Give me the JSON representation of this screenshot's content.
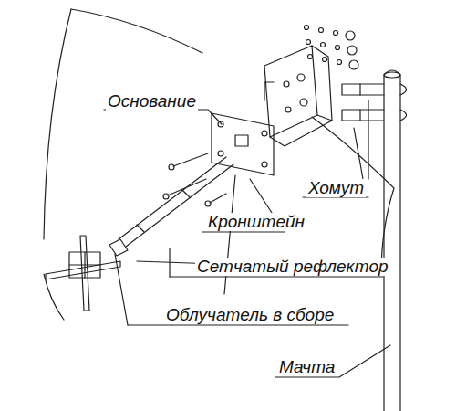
{
  "diagram": {
    "labels": [
      "Основание",
      "Хомут",
      "Кронштейн",
      "Сетчатый рефлектор",
      "Облучатель в сборе",
      "Мачта"
    ]
  }
}
